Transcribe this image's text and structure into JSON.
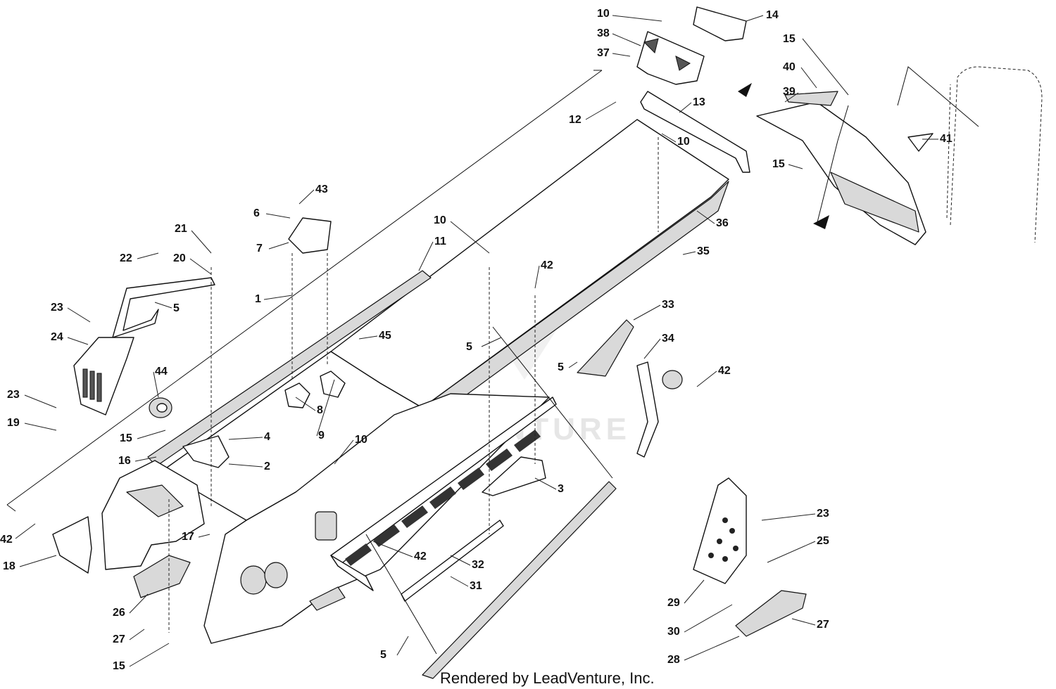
{
  "diagram": {
    "watermark": "LEADVENTURE",
    "footer": "Rendered by LeadVenture, Inc."
  },
  "callouts": [
    {
      "id": "c10a",
      "label": "10"
    },
    {
      "id": "c14",
      "label": "14"
    },
    {
      "id": "c38",
      "label": "38"
    },
    {
      "id": "c15a",
      "label": "15"
    },
    {
      "id": "c37",
      "label": "37"
    },
    {
      "id": "c40",
      "label": "40"
    },
    {
      "id": "c39",
      "label": "39"
    },
    {
      "id": "c13",
      "label": "13"
    },
    {
      "id": "c12",
      "label": "12"
    },
    {
      "id": "c10b",
      "label": "10"
    },
    {
      "id": "c41",
      "label": "41"
    },
    {
      "id": "c15b",
      "label": "15"
    },
    {
      "id": "c43",
      "label": "43"
    },
    {
      "id": "c36",
      "label": "36"
    },
    {
      "id": "c6",
      "label": "6"
    },
    {
      "id": "c21",
      "label": "21"
    },
    {
      "id": "c7",
      "label": "7"
    },
    {
      "id": "c10c",
      "label": "10"
    },
    {
      "id": "c11",
      "label": "11"
    },
    {
      "id": "c35",
      "label": "35"
    },
    {
      "id": "c22",
      "label": "22"
    },
    {
      "id": "c20",
      "label": "20"
    },
    {
      "id": "c42a",
      "label": "42"
    },
    {
      "id": "c1",
      "label": "1"
    },
    {
      "id": "c5a",
      "label": "5"
    },
    {
      "id": "c33",
      "label": "33"
    },
    {
      "id": "c23a",
      "label": "23"
    },
    {
      "id": "c45",
      "label": "45"
    },
    {
      "id": "c24",
      "label": "24"
    },
    {
      "id": "c5b",
      "label": "5"
    },
    {
      "id": "c34",
      "label": "34"
    },
    {
      "id": "c5c",
      "label": "5"
    },
    {
      "id": "c42b",
      "label": "42"
    },
    {
      "id": "c44",
      "label": "44"
    },
    {
      "id": "c23b",
      "label": "23"
    },
    {
      "id": "c8",
      "label": "8"
    },
    {
      "id": "c19",
      "label": "19"
    },
    {
      "id": "c9",
      "label": "9"
    },
    {
      "id": "c15c",
      "label": "15"
    },
    {
      "id": "c4",
      "label": "4"
    },
    {
      "id": "c10d",
      "label": "10"
    },
    {
      "id": "c16",
      "label": "16"
    },
    {
      "id": "c2",
      "label": "2"
    },
    {
      "id": "c3",
      "label": "3"
    },
    {
      "id": "c23c",
      "label": "23"
    },
    {
      "id": "c42c",
      "label": "42"
    },
    {
      "id": "c17",
      "label": "17"
    },
    {
      "id": "c25",
      "label": "25"
    },
    {
      "id": "c18",
      "label": "18"
    },
    {
      "id": "c42d",
      "label": "42"
    },
    {
      "id": "c32",
      "label": "32"
    },
    {
      "id": "c31",
      "label": "31"
    },
    {
      "id": "c26",
      "label": "26"
    },
    {
      "id": "c29",
      "label": "29"
    },
    {
      "id": "c27a",
      "label": "27"
    },
    {
      "id": "c30",
      "label": "30"
    },
    {
      "id": "c27b",
      "label": "27"
    },
    {
      "id": "c15d",
      "label": "15"
    },
    {
      "id": "c5d",
      "label": "5"
    },
    {
      "id": "c28",
      "label": "28"
    }
  ]
}
